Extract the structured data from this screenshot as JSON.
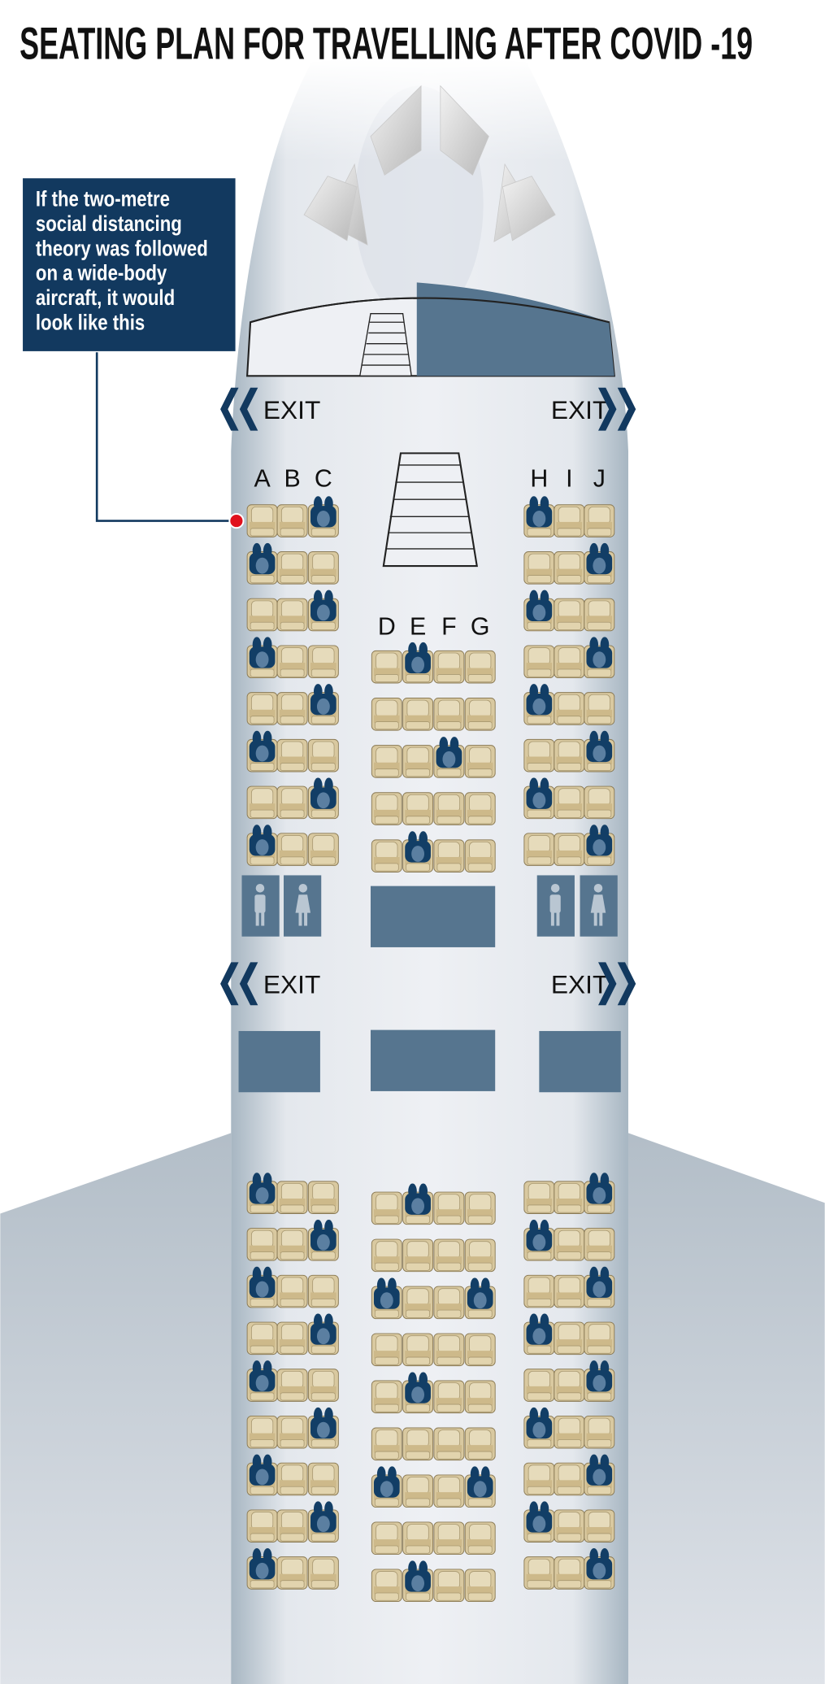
{
  "title": "SEATING PLAN FOR TRAVELLING AFTER COVID -19",
  "callout": {
    "lines": [
      "If the two-metre",
      "social distancing",
      "theory was followed",
      "on a wide-body",
      "aircraft, it would",
      "look like this"
    ]
  },
  "exit_label": "EXIT",
  "columns": {
    "left": [
      "A",
      "B",
      "C"
    ],
    "middle": [
      "D",
      "E",
      "F",
      "G"
    ],
    "right": [
      "H",
      "I",
      "J"
    ]
  },
  "colors": {
    "occupied": "#123e66",
    "seat": "#d9c9a0",
    "callout_bg": "#12395f",
    "facility": "#56758f",
    "marker": "#e0101c"
  },
  "seating": {
    "front_section": {
      "left_rows_occupied": [
        "C",
        "A",
        "C",
        "A",
        "C",
        "A",
        "C",
        "A"
      ],
      "right_rows_occupied": [
        "H",
        "J",
        "H",
        "J",
        "H",
        "J",
        "H",
        "J"
      ],
      "middle_rows_occupied": [
        [
          "E"
        ],
        [],
        [
          "F"
        ],
        [],
        [
          "E"
        ]
      ]
    },
    "rear_section": {
      "left_rows_occupied": [
        "A",
        "C",
        "A",
        "C",
        "A",
        "C",
        "A",
        "C",
        "A"
      ],
      "right_rows_occupied": [
        "J",
        "H",
        "J",
        "H",
        "J",
        "H",
        "J",
        "H",
        "J"
      ],
      "middle_rows_occupied": [
        [
          "E"
        ],
        [],
        [
          "D",
          "G"
        ],
        [],
        [
          "E"
        ],
        [],
        [
          "D",
          "G"
        ],
        [],
        [
          "E"
        ]
      ]
    }
  }
}
